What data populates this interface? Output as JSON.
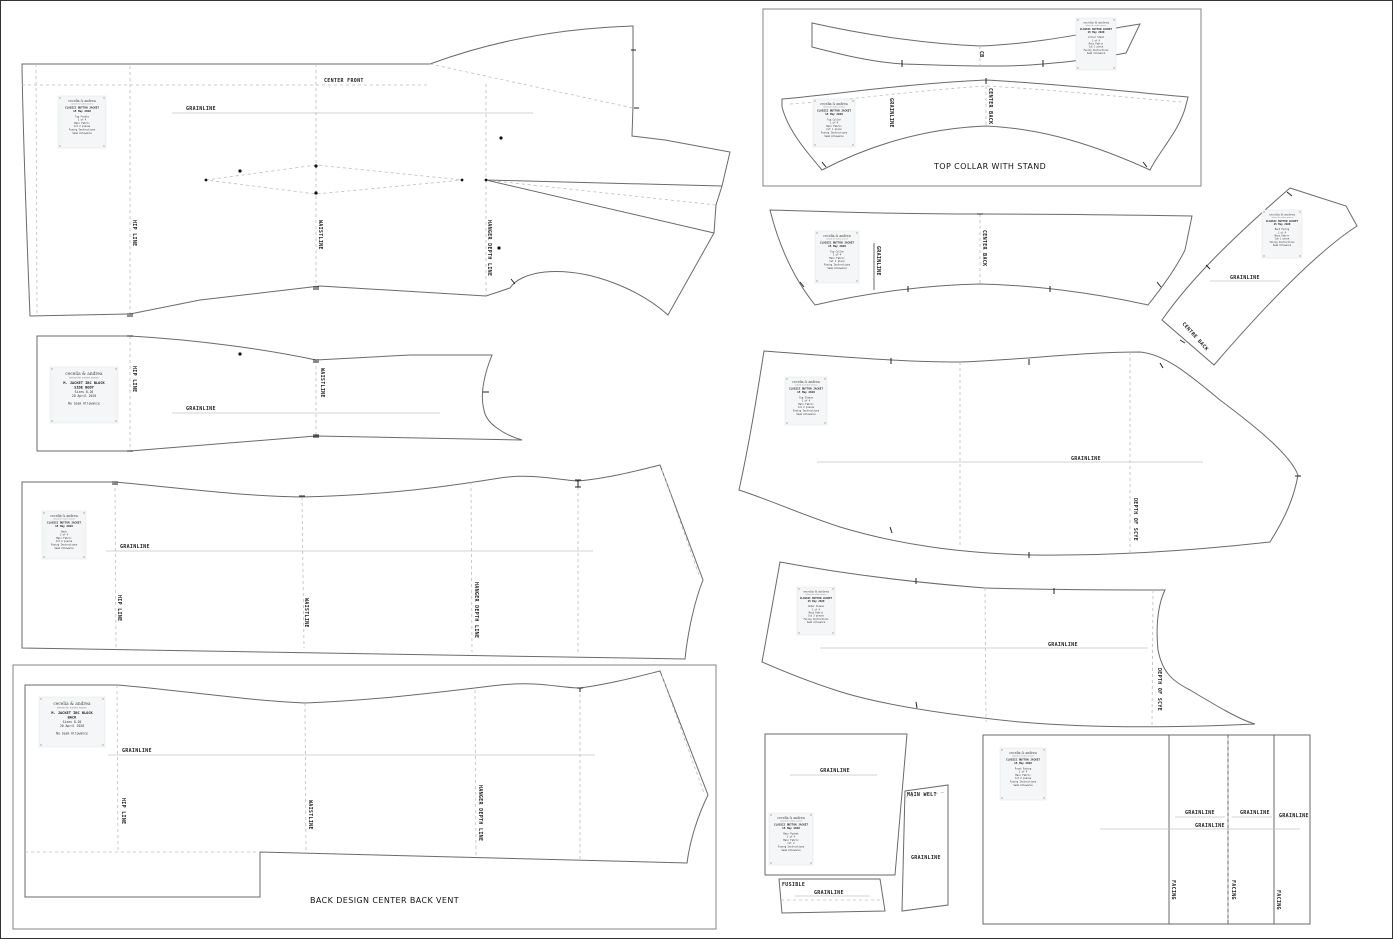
{
  "labels": {
    "center_front": "CENTER FRONT",
    "grainline": "GRAINLINE",
    "hip_line": "HIP LINE",
    "waistline": "WAISTLINE",
    "waistline_alt": "WAISTLINE",
    "hanger_depth_line": "HANGER DEPTH LINE",
    "hanger_depth_line_alt": "HANGER DEPTH LINE",
    "cb": "CB",
    "center_back": "CENTER BACK",
    "center_back_alt": "CENTRE BACK",
    "depth_of_scye": "DEPTH OF SCYE",
    "main_welt": "MAIN WELT",
    "fusible": "FUSIBLE",
    "top_collar_with_stand": "TOP COLLAR WITH STAND",
    "back_design_center_back_vent": "BACK DESIGN CENTER BACK VENT",
    "facing_a": "FACING",
    "facing_b": "FACING",
    "facing_c": "FACING"
  },
  "cards": {
    "brand": "cecelia & andrea",
    "brand_sub": "tailored for modern women",
    "front": [
      "CLASSIC BUTTON JACKET",
      "15 May 2020",
      "",
      "Top Fronts",
      "1 of 4",
      "Main Fabric",
      "Cut 2 pieces",
      "Fusing Instructions",
      "Seam Allowance"
    ],
    "side_body": [
      "M. JACKET IBC BLOCK",
      "SIDE BODY",
      "Sizes 8-20",
      "20 April 2020",
      "",
      "No Seam Allowance"
    ],
    "back_upper": [
      "CLASSIC BUTTON JACKET",
      "15 May 2020",
      "",
      "Back",
      "1 of 4",
      "Main Fabric",
      "Cut 2 pieces",
      "Fusing Instructions",
      "Seam Allowance"
    ],
    "back_lower": [
      "M. JACKET IBC BLOCK",
      "BACK",
      "Sizes 8-20",
      "20 April 2020",
      "",
      "No Seam Allowance"
    ],
    "collar_stand": [
      "CLASSIC BUTTON JACKET",
      "15 May 2020",
      "",
      "Collar Stand",
      "1 of 4",
      "Main Fabric",
      "Cut 1 piece",
      "Fusing Instructions",
      "Seam Allowance"
    ],
    "top_collar": [
      "CLASSIC BUTTON JACKET",
      "15 May 2020",
      "",
      "Top Collar",
      "1 of 4",
      "Main Fabric",
      "Cut 1 piece",
      "Fusing Instructions",
      "Seam Allowance"
    ],
    "under_collar": [
      "CLASSIC BUTTON JACKET",
      "15 May 2020",
      "",
      "Top Collar",
      "1 of 4",
      "Main Fabric",
      "Cut 1 piece",
      "Fusing Instructions",
      "Seam Allowance"
    ],
    "back_neck": [
      "CLASSIC BUTTON JACKET",
      "15 May 2020",
      "",
      "Back Facing",
      "1 of 4",
      "Main Fabric",
      "Cut 1 piece",
      "Fusing Instructions",
      "Seam Allowance"
    ],
    "top_sleeve": [
      "CLASSIC BUTTON JACKET",
      "15 May 2020",
      "",
      "Top Sleeve",
      "1 of 4",
      "Main Fabric",
      "Cut 2 pieces",
      "Fusing Instructions",
      "Seam Allowance"
    ],
    "under_sleeve": [
      "CLASSIC BUTTON JACKET",
      "15 May 2020",
      "",
      "Under Sleeve",
      "1 of 4",
      "Main Fabric",
      "Cut 2 pieces",
      "Fusing Instructions",
      "Seam Allowance"
    ],
    "pocket": [
      "CLASSIC BUTTON JACKET",
      "15 May 2020",
      "",
      "Main Pocket",
      "1 of 4",
      "Main Fabric",
      "Cut 2",
      "Fusing Instructions",
      "Seam Allowance"
    ],
    "facing": [
      "CLASSIC BUTTON JACKET",
      "15 May 2020",
      "",
      "Front Facing",
      "1 of 4",
      "Main Fabric",
      "Cut 2 pieces",
      "Fusing Instructions",
      "Seam Allowance"
    ]
  }
}
